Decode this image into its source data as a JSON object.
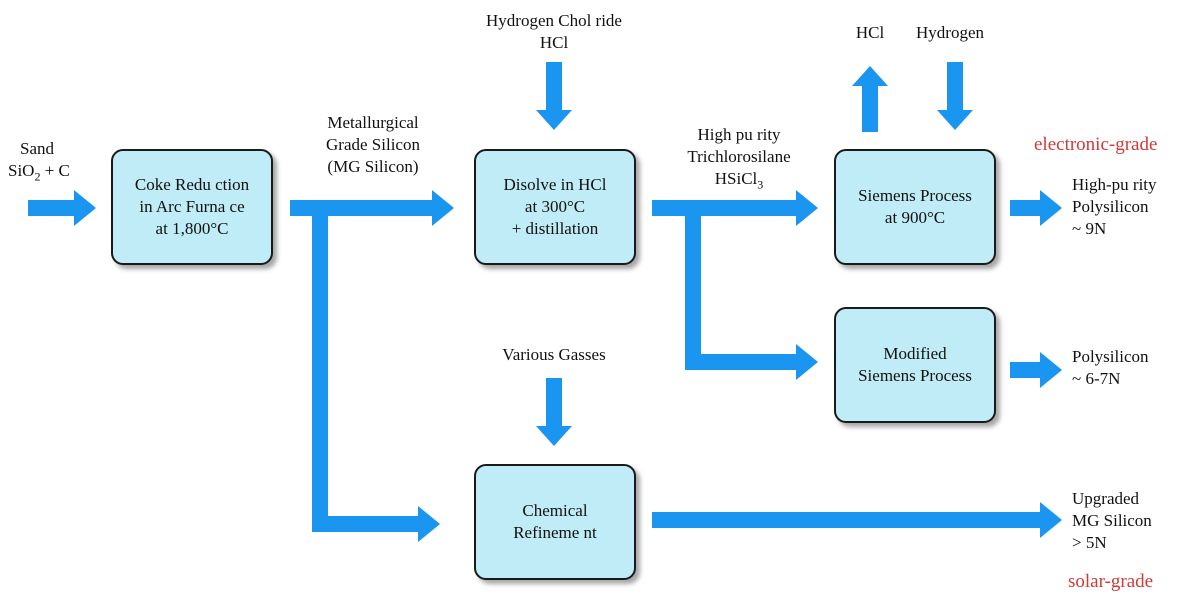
{
  "inputs": {
    "sand": {
      "line1": "Sand",
      "line2_pre": "SiO",
      "line2_sub": "2",
      "line2_post": " + C"
    },
    "hcl_in": {
      "line1": "Hydrogen Chol ride",
      "line2": "HCl"
    },
    "various": "Various Gasses",
    "hcl_out": "HCl",
    "hydrogen": "Hydrogen"
  },
  "boxes": {
    "coke": [
      "Coke Redu ction",
      "in Arc Furna ce",
      "at 1,800°C"
    ],
    "dissolve": [
      "Disolve in HCl",
      "at 300°C",
      "+ distillation"
    ],
    "siemens": [
      "Siemens Process",
      "at 900°C"
    ],
    "modified": [
      "Modified",
      "Siemens Process"
    ],
    "chemical": [
      "Chemical",
      "Refineme nt"
    ]
  },
  "intermediates": {
    "mg": [
      "Metallurgical",
      "Grade Silicon",
      "(MG Silicon)"
    ],
    "tcs": {
      "line1": "High pu rity",
      "line2": "Trichlorosilane",
      "line3_pre": "HSiCl",
      "line3_sub": "3"
    }
  },
  "outputs": {
    "high_purity": [
      "High-pu rity",
      "Polysilicon",
      "~ 9N"
    ],
    "poly": [
      "Polysilicon",
      "~ 6-7N"
    ],
    "upgraded": [
      "Upgraded",
      "MG Silicon",
      "> 5N"
    ]
  },
  "grades": {
    "electronic": "electronic-grade",
    "solar": "solar-grade"
  },
  "colors": {
    "arrow": "#1a96f0",
    "box_fill": "#bfecf7",
    "grade_text": "#d23a35"
  }
}
